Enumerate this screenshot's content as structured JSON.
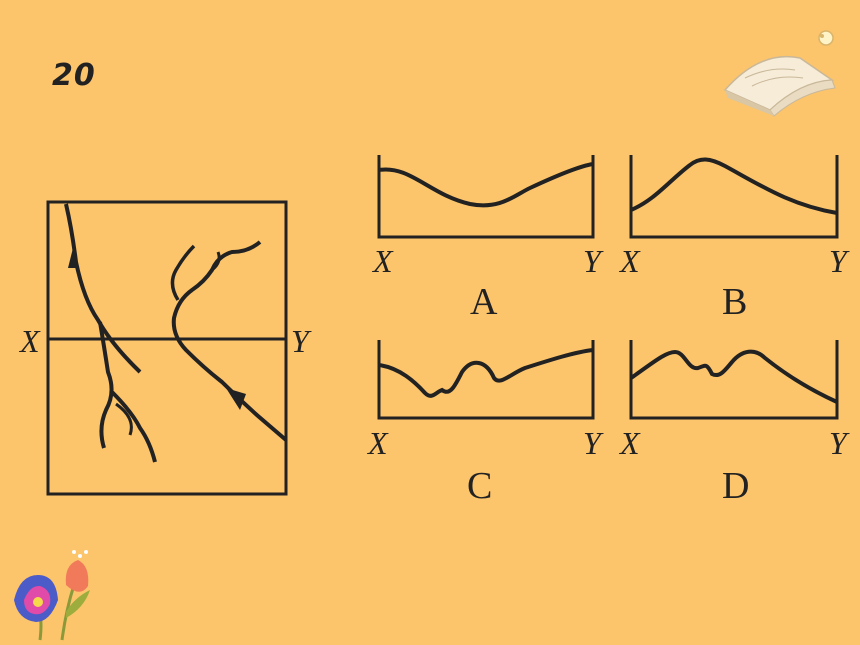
{
  "slide": {
    "number": "20"
  },
  "map": {
    "label_left": "X",
    "label_right": "Y"
  },
  "profiles": [
    {
      "key": "A",
      "caption": "A",
      "label_left": "X",
      "label_right": "Y"
    },
    {
      "key": "B",
      "caption": "B",
      "label_left": "X",
      "label_right": "Y"
    },
    {
      "key": "C",
      "caption": "C",
      "label_left": "X",
      "label_right": "Y"
    },
    {
      "key": "D",
      "caption": "D",
      "label_left": "X",
      "label_right": "Y"
    }
  ],
  "icons": {
    "top_right": "open-book-icon",
    "bottom_left": "flower-icon",
    "sparkle": "star-icon"
  },
  "colors": {
    "background": "#fcc46b",
    "ink": "#222222"
  }
}
